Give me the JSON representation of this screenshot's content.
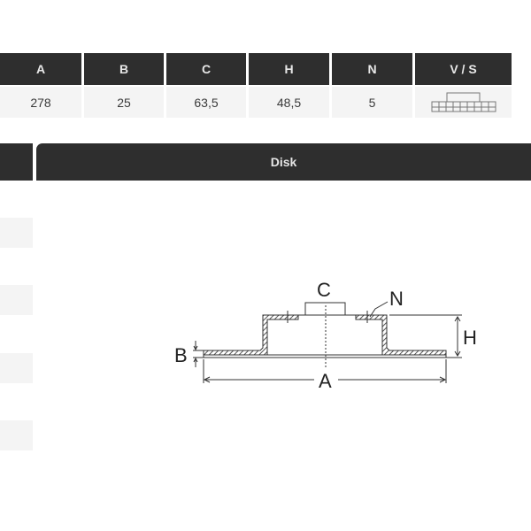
{
  "spec_table": {
    "columns": [
      {
        "key": "A",
        "label": "A",
        "value": "278"
      },
      {
        "key": "B",
        "label": "B",
        "value": "25"
      },
      {
        "key": "C",
        "label": "C",
        "value": "63,5"
      },
      {
        "key": "H",
        "label": "H",
        "value": "48,5"
      },
      {
        "key": "N",
        "label": "N",
        "value": "5"
      },
      {
        "key": "VS",
        "label": "V / S",
        "value_icon": "solid-disc-profile-icon"
      }
    ]
  },
  "section": {
    "title": "Disk"
  },
  "diagram": {
    "labels": {
      "A": "A",
      "B": "B",
      "C": "C",
      "H": "H",
      "N": "N"
    },
    "line_color": "#333333",
    "hatch_color": "#555555"
  },
  "colors": {
    "header_bg": "#2e2e2e",
    "header_text": "#e8e8e8",
    "cell_bg": "#f4f4f4",
    "cell_text": "#3a3a3a"
  }
}
